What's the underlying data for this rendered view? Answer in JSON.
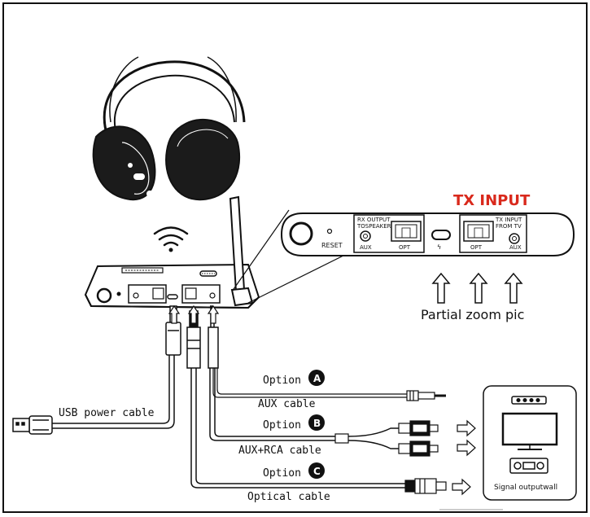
{
  "title": "TX INPUT",
  "zoom_caption": "Partial zoom pic",
  "panel": {
    "reset": "RESET",
    "rx_output_l1": "RX OUTPUT",
    "rx_output_l2": "TOSPEAKER",
    "aux": "AUX",
    "opt": "OPT",
    "tx_input_l1": "TX INPUT",
    "tx_input_l2": "FROM  TV",
    "usb_symbol": "ϟ"
  },
  "options": {
    "a": {
      "label": "Option",
      "badge": "A",
      "cable": "AUX  cable"
    },
    "b": {
      "label": "Option",
      "badge": "B",
      "cable": "AUX+RCA  cable"
    },
    "c": {
      "label": "Option",
      "badge": "C",
      "cable": "Optical  cable"
    }
  },
  "usb_cable": "USB  power  cable",
  "signal_output": "Signal outputwall",
  "colors": {
    "accent_red": "#d9291c",
    "ink": "#111111"
  }
}
